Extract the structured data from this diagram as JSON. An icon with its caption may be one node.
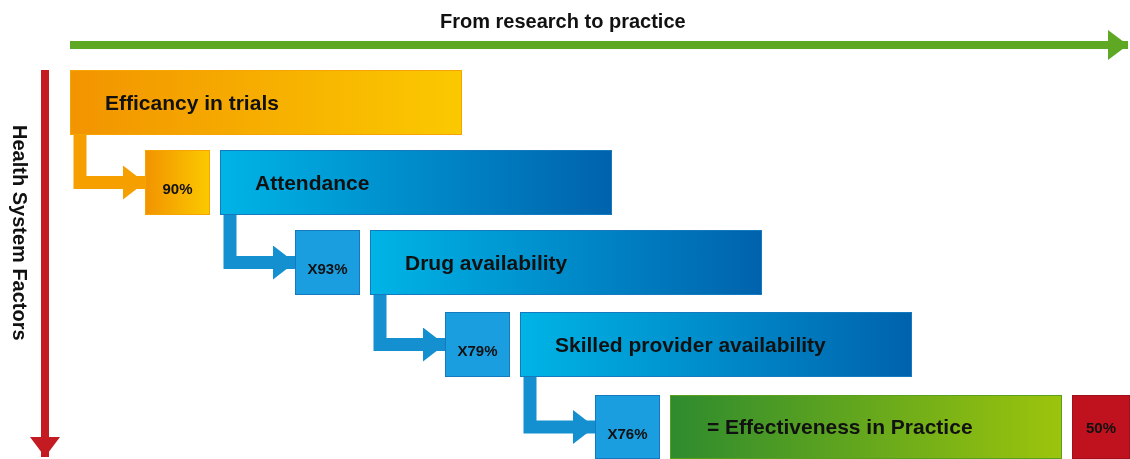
{
  "diagram": {
    "nodes": [
      {
        "text": [
          "Efficancy in trials"
        ]
      },
      {
        "text": [
          "90%"
        ]
      },
      {
        "text": [
          "Attendance"
        ]
      },
      {
        "text": [
          "X93%"
        ]
      },
      {
        "text": [
          "Drug availability"
        ]
      },
      {
        "text": [
          "X79%"
        ]
      },
      {
        "text": [
          "Skilled provider availability"
        ]
      },
      {
        "text": [
          "X76%"
        ]
      },
      {
        "text": [
          "= Effectiveness in Practice"
        ]
      },
      {
        "text": [
          "50%"
        ]
      }
    ],
    "edges": [
      {
        "from": 0,
        "to": 1,
        "arrow": "to",
        "color": "#f5a000"
      },
      {
        "from": 2,
        "to": 3,
        "arrow": "to"
      },
      {
        "from": 4,
        "to": 5,
        "arrow": "to"
      },
      {
        "from": 6,
        "to": 7,
        "arrow": "to"
      }
    ],
    "labels": [
      "From research to practice",
      "Health System Factors"
    ]
  }
}
